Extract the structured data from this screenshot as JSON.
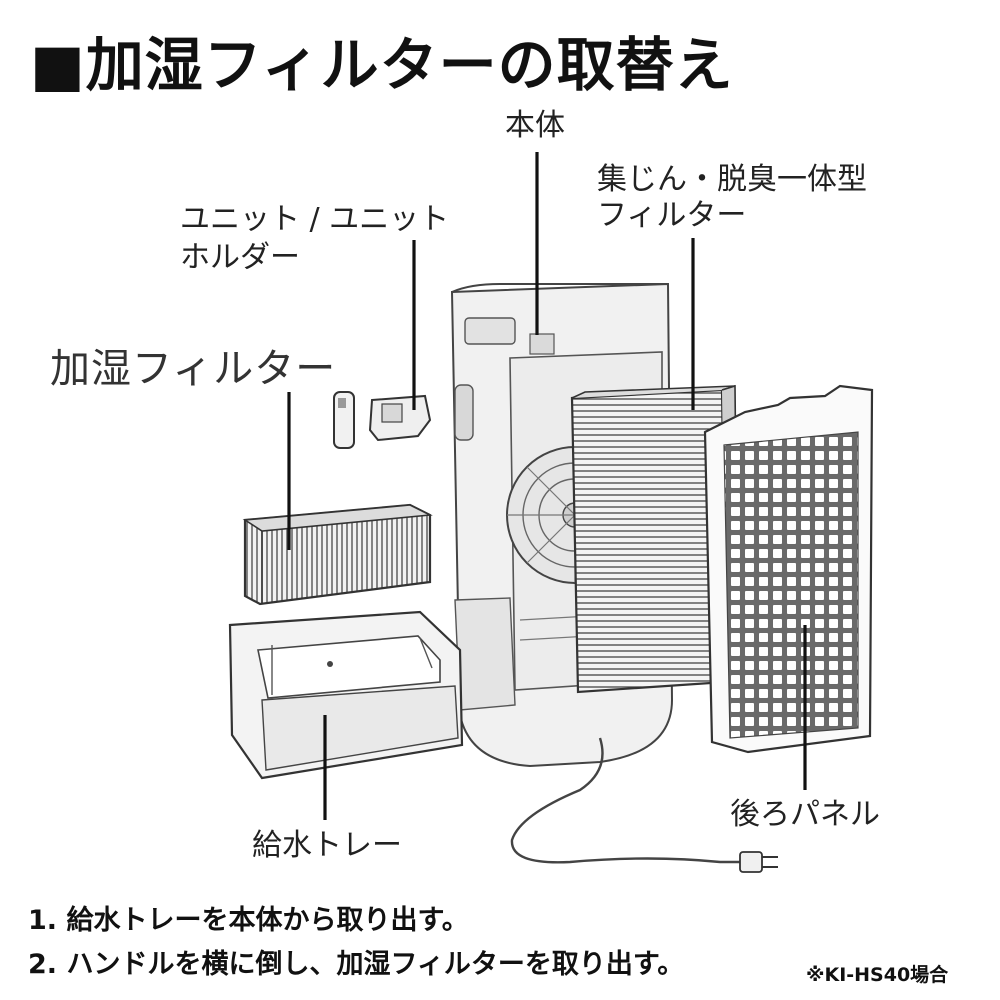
{
  "title": "■加湿フィルターの取替え",
  "labels": {
    "body": "本体",
    "dust_filter_line1": "集じん・脱臭一体型",
    "dust_filter_line2": "フィルター",
    "unit_line1": "ユニット / ユニット",
    "unit_line2": "ホルダー",
    "humidify_filter": "加湿フィルター",
    "water_tray": "給水トレー",
    "back_panel": "後ろパネル"
  },
  "steps": [
    "1. 給水トレーを本体から取り出す。",
    "2. ハンドルを横に倒し、加湿フィルターを取り出す。"
  ],
  "note": "※KI-HS40場合"
}
